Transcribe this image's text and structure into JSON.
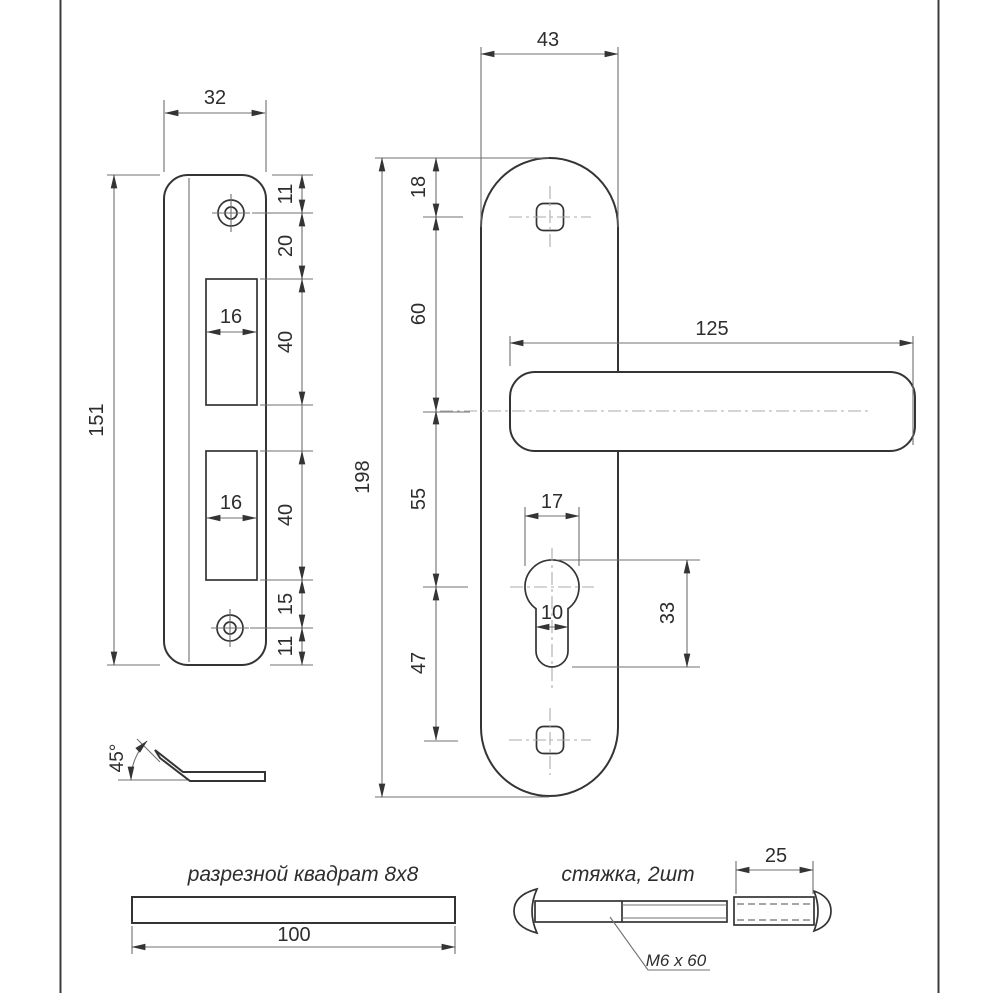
{
  "colors": {
    "line": "#343434",
    "dim": "#707070",
    "center": "#ababab",
    "text": "#2d2d2d",
    "border": "#3c3c3c"
  },
  "views": {
    "strike_plate": {
      "width": "32",
      "height": "151",
      "cutout_width_top": "16",
      "cutout_width_bottom": "16",
      "chain": [
        "11",
        "20",
        "40",
        "40",
        "15",
        "11"
      ]
    },
    "strike_profile": {
      "angle": "45°"
    },
    "backplate": {
      "width": "43",
      "height": "198",
      "chain": [
        "18",
        "60",
        "55",
        "47"
      ],
      "handle_length": "125",
      "cylinder_diameter": "17",
      "cylinder_slot_width": "10",
      "cylinder_height": "33"
    },
    "spindle": {
      "caption": "разрезной квадрат 8х8",
      "length": "100"
    },
    "tie_bolt": {
      "caption": "стяжка, 2шт",
      "thread": "М6 х 60",
      "sleeve_length": "25"
    }
  }
}
